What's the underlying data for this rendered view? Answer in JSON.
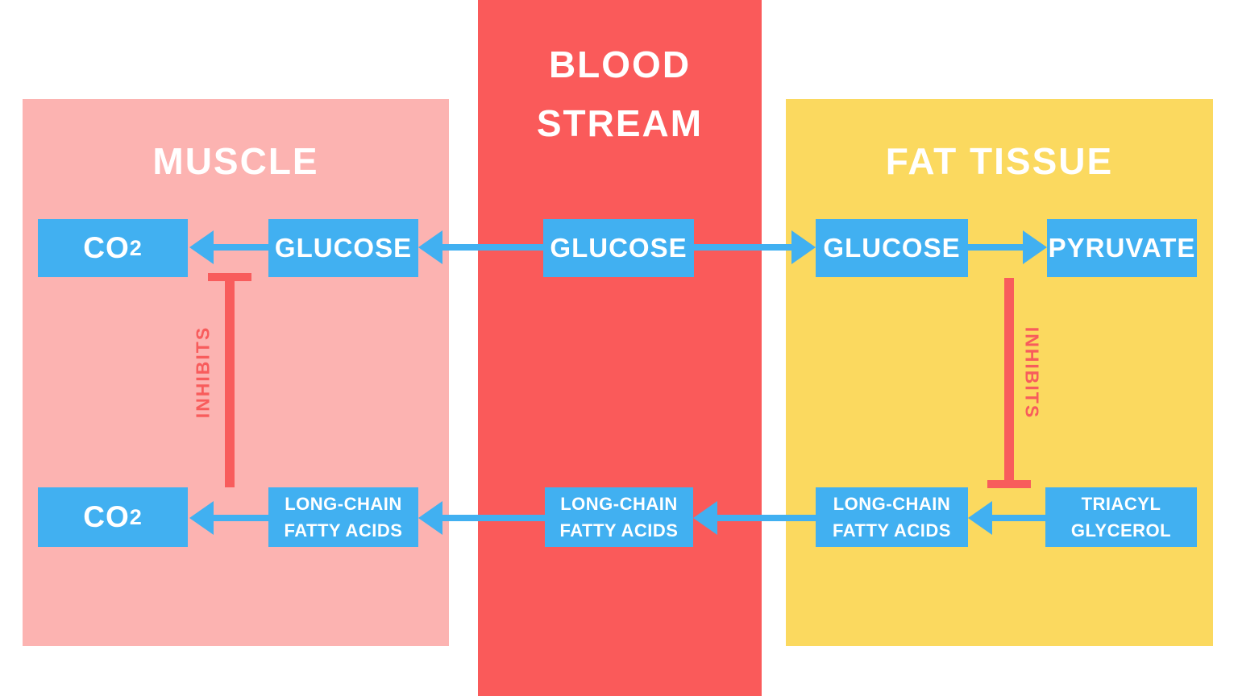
{
  "colors": {
    "red": "#FA5A5A",
    "pink": "#FCB3B1",
    "yellow": "#FBD95F",
    "blue": "#41B0F1",
    "inhibit-red": "#F85C5C",
    "text-white": "#FFFFFF"
  },
  "panels": {
    "muscle": {
      "title": "MUSCLE"
    },
    "blood_stream": {
      "title_line1": "BLOOD",
      "title_line2": "STREAM"
    },
    "fat_tissue": {
      "title": "FAT TISSUE"
    }
  },
  "nodes": {
    "muscle_co2_top": {
      "formula": "CO",
      "subscript": "2"
    },
    "muscle_glucose": {
      "label": "GLUCOSE"
    },
    "blood_glucose": {
      "label": "GLUCOSE"
    },
    "fat_glucose": {
      "label": "GLUCOSE"
    },
    "fat_pyruvate": {
      "label": "PYRUVATE"
    },
    "muscle_co2_bottom": {
      "formula": "CO",
      "subscript": "2"
    },
    "muscle_fatty_acids": {
      "line1": "LONG-CHAIN",
      "line2": "FATTY ACIDS"
    },
    "blood_fatty_acids": {
      "line1": "LONG-CHAIN",
      "line2": "FATTY ACIDS"
    },
    "fat_fatty_acids": {
      "line1": "LONG-CHAIN",
      "line2": "FATTY ACIDS"
    },
    "fat_triacylglycerol": {
      "line1": "TRIACYL",
      "line2": "GLYCEROL"
    }
  },
  "inhibitors": {
    "muscle": {
      "label": "INHIBITS"
    },
    "fat": {
      "label": "INHIBITS"
    }
  }
}
